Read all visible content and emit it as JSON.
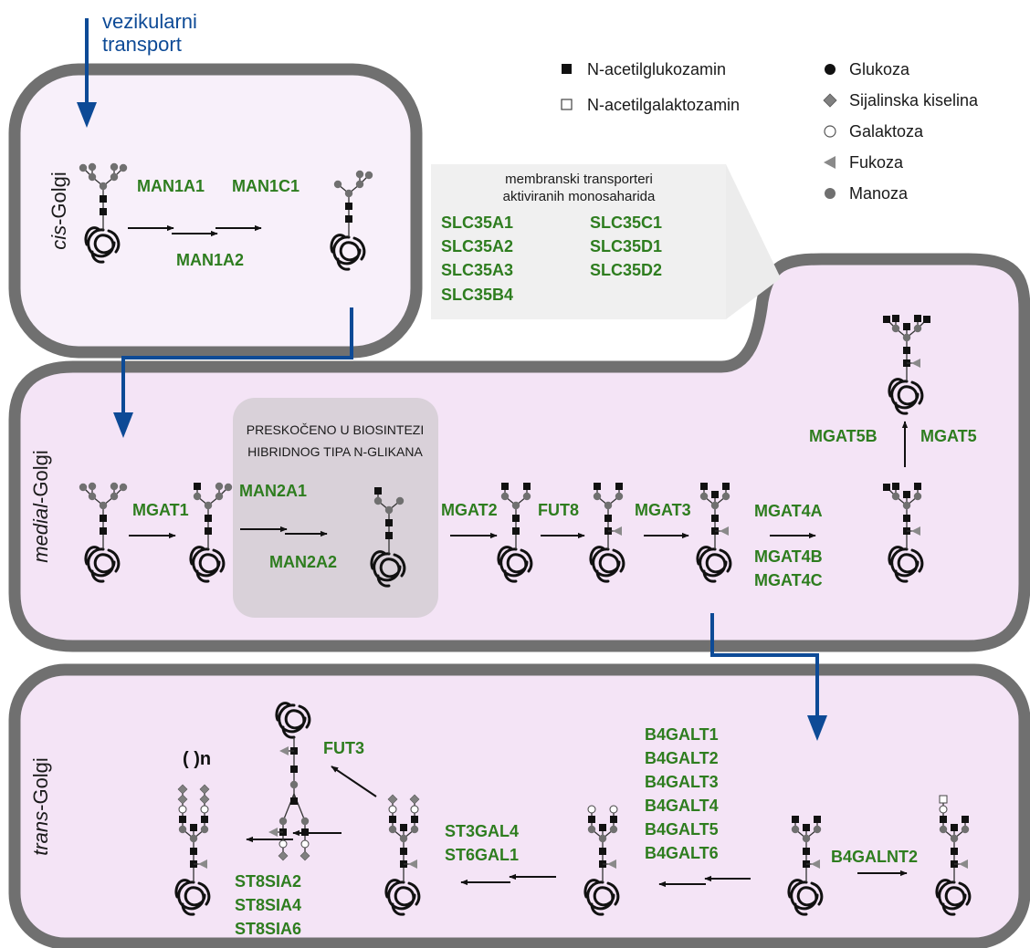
{
  "transport_label": [
    "vezikularni",
    "transport"
  ],
  "compartments": {
    "cis": {
      "italic": "cis",
      "rest": "-Golgi"
    },
    "medial": {
      "italic": "medial",
      "rest": "-Golgi"
    },
    "trans": {
      "italic": "trans",
      "rest": "-Golgi"
    }
  },
  "legend": {
    "left": [
      {
        "symbol": "square-filled",
        "label": "N-acetilglukozamin"
      },
      {
        "symbol": "square-open",
        "label": "N-acetilgalaktozamin"
      }
    ],
    "right": [
      {
        "symbol": "circle-black",
        "label": "Glukoza"
      },
      {
        "symbol": "diamond-gray",
        "label": "Sijalinska kiselina"
      },
      {
        "symbol": "circle-open",
        "label": "Galaktoza"
      },
      {
        "symbol": "triangle-gray",
        "label": "Fukoza"
      },
      {
        "symbol": "circle-gray",
        "label": "Manoza"
      }
    ]
  },
  "transporters": {
    "title": [
      "membranski transporteri",
      "aktiviranih monosaharida"
    ],
    "left": [
      "SLC35A1",
      "SLC35A2",
      "SLC35A3",
      "SLC35B4"
    ],
    "right": [
      "SLC35C1",
      "SLC35D1",
      "SLC35D2"
    ]
  },
  "skipped_box": [
    "PRESKOČENO U BIOSINTEZI",
    "HIBRIDNOG TIPA N-GLIKANA"
  ],
  "enzymes": {
    "man1a1": "MAN1A1",
    "man1c1": "MAN1C1",
    "man1a2": "MAN1A2",
    "mgat1": "MGAT1",
    "man2a1": "MAN2A1",
    "man2a2": "MAN2A2",
    "mgat2": "MGAT2",
    "fut8": "FUT8",
    "mgat3": "MGAT3",
    "mgat4a": "MGAT4A",
    "mgat4b": "MGAT4B",
    "mgat4c": "MGAT4C",
    "mgat5b": "MGAT5B",
    "mgat5": "MGAT5",
    "b4galt": [
      "B4GALT1",
      "B4GALT2",
      "B4GALT3",
      "B4GALT4",
      "B4GALT5",
      "B4GALT6"
    ],
    "b4galnt2": "B4GALNT2",
    "st3": [
      "ST3GAL4",
      "ST6GAL1"
    ],
    "fut3": "FUT3",
    "st8": [
      "ST8SIA2",
      "ST8SIA4",
      "ST8SIA6"
    ]
  },
  "repeat_label": "( )n",
  "colors": {
    "membrane": "#707070",
    "lumen": "#f5e8f8",
    "enzyme": "#2e7d1f",
    "transport": "#0d4a96",
    "skip_box": "#d9d1d9",
    "transporter_box": "#f0f0f0"
  }
}
